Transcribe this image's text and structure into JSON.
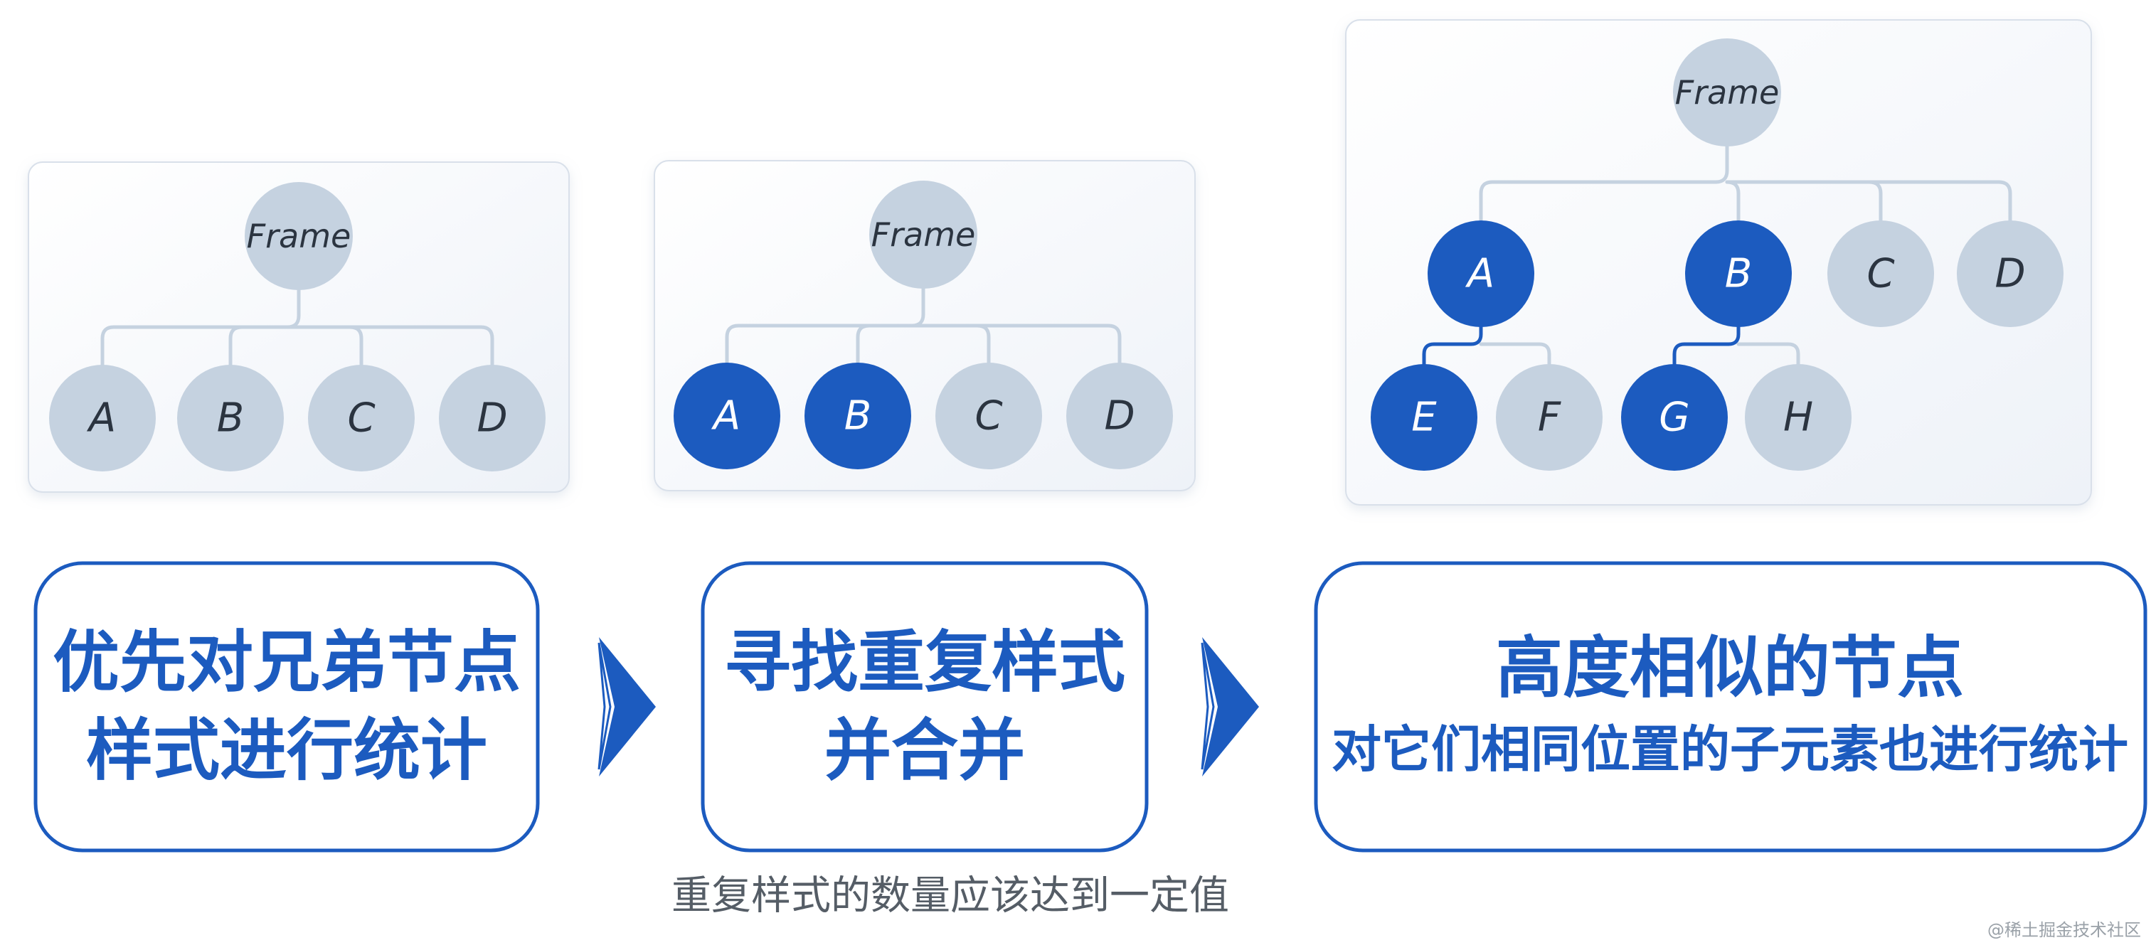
{
  "colors": {
    "node_gray": "#c5d2e0",
    "node_blue": "#1c5bbf",
    "label_dark": "#2b3440",
    "label_light": "#ffffff",
    "connector": "#c5d2e0",
    "connector_blue": "#1c5bbf",
    "panel_border": "#d9e0ea",
    "step_border": "#1c5bbf",
    "step_text": "#1c5bbf",
    "arrow": "#1c5bbf",
    "caption": "#555d66",
    "watermark": "#9aa1a8"
  },
  "diagrams": [
    {
      "root": {
        "label": "Frame"
      },
      "children": [
        {
          "label": "A",
          "highlight": false
        },
        {
          "label": "B",
          "highlight": false
        },
        {
          "label": "C",
          "highlight": false
        },
        {
          "label": "D",
          "highlight": false
        }
      ]
    },
    {
      "root": {
        "label": "Frame"
      },
      "children": [
        {
          "label": "A",
          "highlight": true
        },
        {
          "label": "B",
          "highlight": true
        },
        {
          "label": "C",
          "highlight": false
        },
        {
          "label": "D",
          "highlight": false
        }
      ]
    },
    {
      "root": {
        "label": "Frame"
      },
      "children": [
        {
          "label": "A",
          "highlight": true,
          "children": [
            {
              "label": "E",
              "highlight": true
            },
            {
              "label": "F",
              "highlight": false
            }
          ]
        },
        {
          "label": "B",
          "highlight": true,
          "children": [
            {
              "label": "G",
              "highlight": true
            },
            {
              "label": "H",
              "highlight": false
            }
          ]
        },
        {
          "label": "C",
          "highlight": false
        },
        {
          "label": "D",
          "highlight": false
        }
      ]
    }
  ],
  "steps": [
    {
      "lines": [
        "优先对兄弟节点",
        "样式进行统计"
      ]
    },
    {
      "lines": [
        "寻找重复样式",
        "并合并"
      ]
    },
    {
      "lines": [
        "高度相似的节点",
        "对它们相同位置的子元素也进行统计"
      ]
    }
  ],
  "caption": "重复样式的数量应该达到一定值",
  "watermark": "@稀土掘金技术社区"
}
